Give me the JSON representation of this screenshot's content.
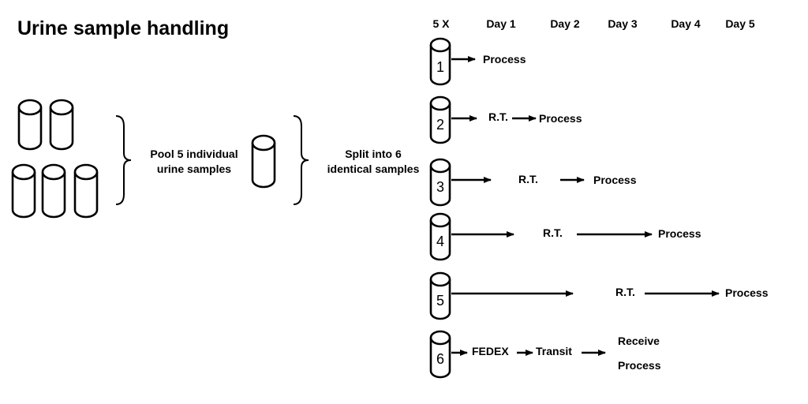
{
  "title": "Urine sample handling",
  "pool_label": [
    "Pool 5 individual",
    "urine samples"
  ],
  "split_label": [
    "Split into 6",
    "identical samples"
  ],
  "header": {
    "replicates": "5 X",
    "days": [
      "Day 1",
      "Day 2",
      "Day 3",
      "Day 4",
      "Day 5"
    ]
  },
  "samples": [
    {
      "number": "1",
      "steps": [
        "Process"
      ]
    },
    {
      "number": "2",
      "steps": [
        "R.T.",
        "Process"
      ]
    },
    {
      "number": "3",
      "steps": [
        "R.T.",
        "Process"
      ]
    },
    {
      "number": "4",
      "steps": [
        "R.T.",
        "Process"
      ]
    },
    {
      "number": "5",
      "steps": [
        "R.T.",
        "Process"
      ]
    },
    {
      "number": "6",
      "steps": [
        "FEDEX",
        "Transit",
        "Receive",
        "Process"
      ]
    }
  ]
}
